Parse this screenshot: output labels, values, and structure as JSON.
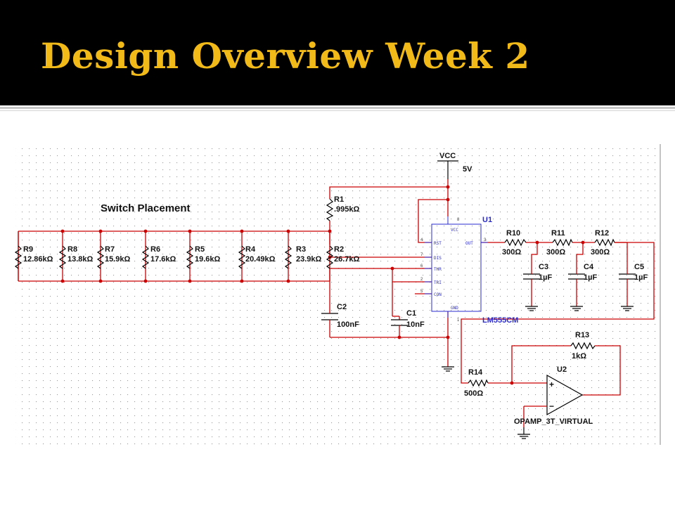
{
  "slide": {
    "title": "Design Overview Week 2"
  },
  "schematic": {
    "annotation": "Switch Placement",
    "supply": {
      "name": "VCC",
      "value": "5V"
    },
    "ladder_resistors": [
      {
        "ref": "R9",
        "value": "12.86kΩ"
      },
      {
        "ref": "R8",
        "value": "13.8kΩ"
      },
      {
        "ref": "R7",
        "value": "15.9kΩ"
      },
      {
        "ref": "R6",
        "value": "17.6kΩ"
      },
      {
        "ref": "R5",
        "value": "19.6kΩ"
      },
      {
        "ref": "R4",
        "value": "20.49kΩ"
      },
      {
        "ref": "R3",
        "value": "23.9kΩ"
      },
      {
        "ref": "R2",
        "value": "26.7kΩ"
      }
    ],
    "r1": {
      "ref": "R1",
      "value": ".995kΩ"
    },
    "c2": {
      "ref": "C2",
      "value": "100nF"
    },
    "c1": {
      "ref": "C1",
      "value": "10nF"
    },
    "timer": {
      "ref": "U1",
      "part": "LM555CM",
      "pins": {
        "vcc": "VCC",
        "rst": "RST",
        "out": "OUT",
        "dis": "DIS",
        "thr": "THR",
        "tri": "TRI",
        "con": "CON",
        "gnd": "GND"
      },
      "pin_numbers": {
        "vcc": "8",
        "rst": "4",
        "out": "3",
        "dis": "7",
        "thr": "6",
        "tri": "2",
        "con": "5",
        "gnd": "1"
      }
    },
    "filter_resistors": [
      {
        "ref": "R10",
        "value": "300Ω"
      },
      {
        "ref": "R11",
        "value": "300Ω"
      },
      {
        "ref": "R12",
        "value": "300Ω"
      }
    ],
    "filter_caps": [
      {
        "ref": "C3",
        "value": "1µF"
      },
      {
        "ref": "C4",
        "value": "1µF"
      },
      {
        "ref": "C5",
        "value": "1µF"
      }
    ],
    "r13": {
      "ref": "R13",
      "value": "1kΩ"
    },
    "r14": {
      "ref": "R14",
      "value": "500Ω"
    },
    "opamp": {
      "ref": "U2",
      "part": "OPAMP_3T_VIRTUAL",
      "plus": "+",
      "minus": "−"
    }
  }
}
